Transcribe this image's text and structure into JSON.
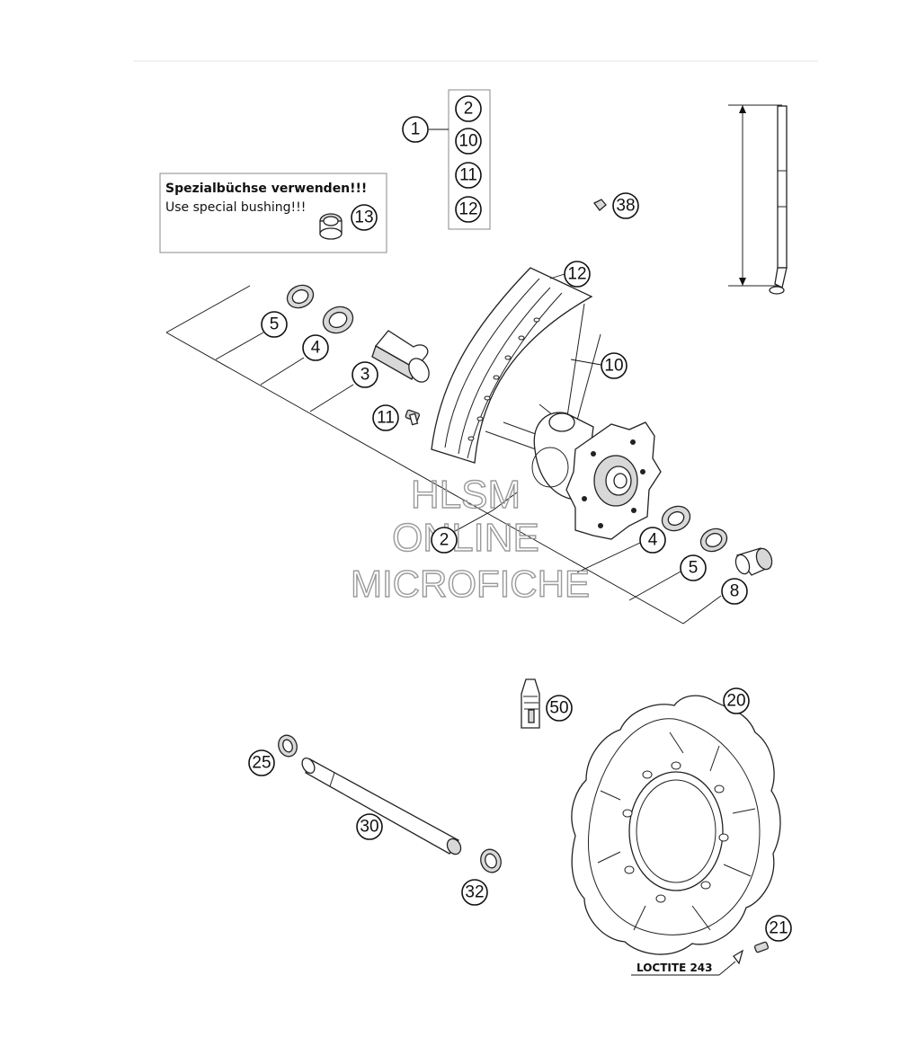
{
  "note": {
    "de": "Spezialbüchse verwenden!!!",
    "en": "Use special bushing!!!"
  },
  "loctite": "LOCTITE 243",
  "watermark": [
    "HLSM",
    "ONLINE",
    "MICROFICHE"
  ],
  "callouts": {
    "c1": "1",
    "c2a": "2",
    "c10a": "10",
    "c11a": "11",
    "c12a": "12",
    "c13": "13",
    "c38": "38",
    "c12b": "12",
    "c5a": "5",
    "c4a": "4",
    "c3": "3",
    "c10b": "10",
    "c11b": "11",
    "c2b": "2",
    "c4b": "4",
    "c5b": "5",
    "c8": "8",
    "c50": "50",
    "c20": "20",
    "c25": "25",
    "c30": "30",
    "c32": "32",
    "c21": "21"
  }
}
